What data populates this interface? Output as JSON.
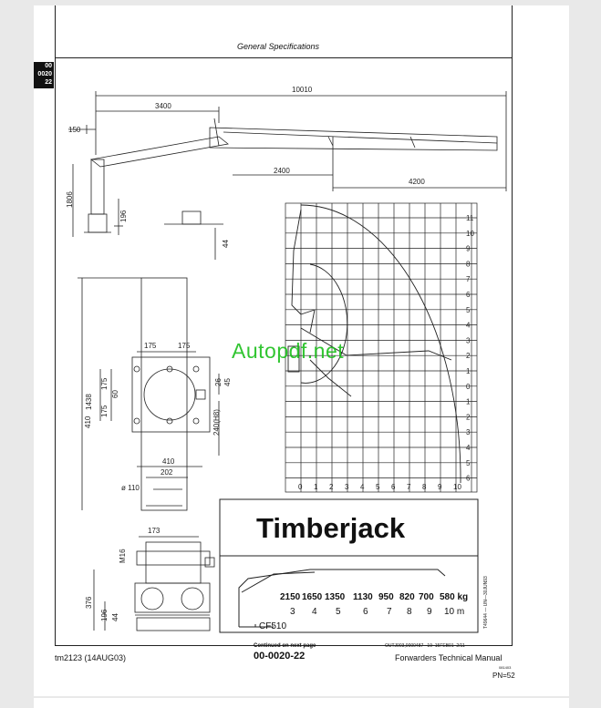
{
  "header": {
    "title": "General Specifications",
    "section_tab": [
      "00",
      "0020",
      "22"
    ]
  },
  "drawing": {
    "dims_top": [
      "10010",
      "3400",
      "150",
      "2400",
      "4200",
      "1806",
      "196",
      "44"
    ],
    "dims_plan": [
      "175",
      "175",
      "1438",
      "410",
      "175",
      "175",
      "60",
      "26",
      "45",
      "240(H8)",
      "410",
      "202",
      "ø 110"
    ],
    "dims_side": [
      "173",
      "M16",
      "376",
      "196",
      "44"
    ],
    "grid_y_labels": [
      "11",
      "10",
      "9",
      "8",
      "7",
      "6",
      "5",
      "4",
      "3",
      "2",
      "1",
      "0",
      "1",
      "2",
      "3",
      "4",
      "5",
      "6"
    ],
    "grid_x_labels": [
      "0",
      "1",
      "2",
      "3",
      "4",
      "5",
      "6",
      "7",
      "8",
      "9",
      "10"
    ]
  },
  "brand_box": {
    "brand": "Timberjack",
    "model": "CF510",
    "capacities": [
      "2150",
      "1650",
      "1350",
      "1130",
      "950",
      "820",
      "700",
      "580 kg"
    ],
    "reaches": [
      "3",
      "4",
      "5",
      "6",
      "7",
      "8",
      "9",
      "10 m"
    ],
    "side_code": "T49644 — UN—30JUN93"
  },
  "watermark": "Autopdf.net",
  "footer": {
    "left": "tm2123 (14AUG03)",
    "center": "00-0020-22",
    "right": "Forwarders Technical Manual",
    "continued": "Continued on next page",
    "ref": "OUTJ003,0000487  –19–15FEB01–2/11",
    "code": "081403",
    "pn": "PN=52"
  }
}
